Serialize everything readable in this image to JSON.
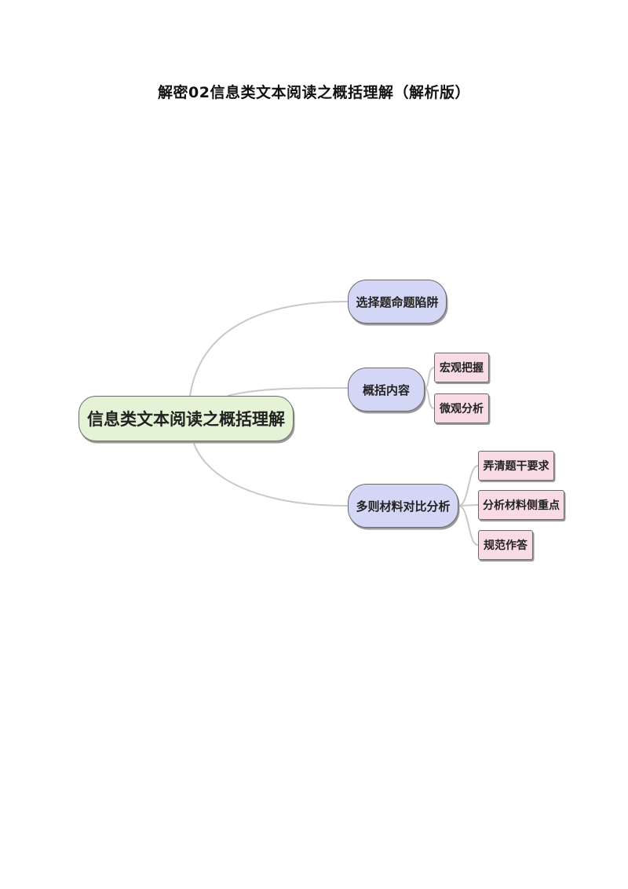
{
  "title": "解密02信息类文本阅读之概括理解（解析版）",
  "mindmap": {
    "root": "信息类文本阅读之概括理解",
    "branches": [
      {
        "label": "选择题命题陷阱",
        "children": []
      },
      {
        "label": "概括内容",
        "children": [
          "宏观把握",
          "微观分析"
        ]
      },
      {
        "label": "多则材料对比分析",
        "children": [
          "弄清题干要求",
          "分析材料侧重点",
          "规范作答"
        ]
      }
    ]
  },
  "colors": {
    "root_fill": "#e4f2d5",
    "branch_fill": "#d4d6f5",
    "leaf_fill": "#f9dbe6",
    "connector": "#c8c8c8",
    "border": "#6a6a6a"
  }
}
